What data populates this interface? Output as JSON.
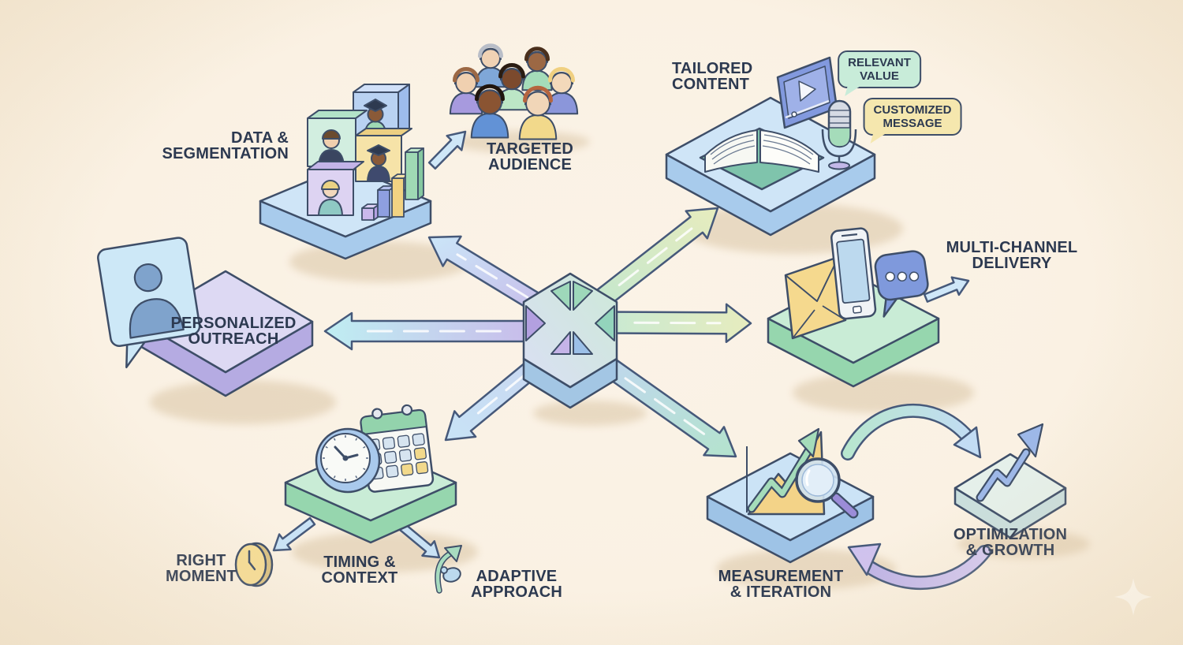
{
  "title": "Personalized Outreach Strategy Diagram",
  "background_color": "#faf1e3",
  "label_color": "#2c3950",
  "hub": {
    "name": "personalization-hub",
    "icon": "hub-cube-icon"
  },
  "nodes": {
    "data_segmentation": {
      "line1": "DATA &",
      "line2": "SEGMENTATION",
      "icon": "photo-cubes-bar-chart-icon"
    },
    "targeted_audience": {
      "line1": "TARGETED",
      "line2": "AUDIENCE",
      "icon": "people-group-icon"
    },
    "tailored_content": {
      "line1": "TAILORED",
      "line2": "CONTENT",
      "icon": "book-video-microphone-icon"
    },
    "multi_channel_delivery": {
      "line1": "MULTI-CHANNEL",
      "line2": "DELIVERY",
      "icon": "envelope-phone-chat-icon"
    },
    "personalized_outreach": {
      "line1": "PERSONALIZED",
      "line2": "OUTREACH",
      "icon": "contact-card-icon"
    },
    "timing_context": {
      "line1": "TIMING &",
      "line2": "CONTEXT",
      "icon": "clock-calendar-icon"
    },
    "right_moment": {
      "line1": "RIGHT",
      "line2": "MOMENT",
      "icon": "coin-clock-icon"
    },
    "adaptive_approach": {
      "line1": "ADAPTIVE",
      "line2": "APPROACH",
      "icon": "adaptive-arrow-icon"
    },
    "measurement_iteration": {
      "line1": "MEASUREMENT",
      "line2": "& ITERATION",
      "icon": "growth-chart-magnifier-icon"
    },
    "optimization_growth": {
      "line1": "OPTIMIZATION",
      "line2": "& GROWTH",
      "icon": "growth-arrow-icon"
    }
  },
  "callouts": {
    "relevant_value": {
      "line1": "RELEVANT",
      "line2": "VALUE",
      "fill": "#c8ecd9"
    },
    "customized_message": {
      "line1": "CUSTOMIZED",
      "line2": "MESSAGE",
      "fill": "#f5e7ae"
    }
  },
  "flows": [
    {
      "from": "hub",
      "to": "personalized_outreach"
    },
    {
      "from": "hub",
      "to": "data_segmentation"
    },
    {
      "from": "hub",
      "to": "tailored_content"
    },
    {
      "from": "hub",
      "to": "multi_channel_delivery"
    },
    {
      "from": "hub",
      "to": "timing_context"
    },
    {
      "from": "hub",
      "to": "measurement_iteration"
    },
    {
      "from": "data_segmentation",
      "to": "targeted_audience"
    },
    {
      "from": "timing_context",
      "to": "right_moment"
    },
    {
      "from": "timing_context",
      "to": "adaptive_approach"
    },
    {
      "from": "multi_channel_delivery",
      "to": "outbound"
    },
    {
      "from": "measurement_iteration",
      "to": "optimization_growth",
      "style": "curved"
    },
    {
      "from": "optimization_growth",
      "to": "measurement_iteration",
      "style": "curved"
    }
  ],
  "palette": {
    "outline": "#3e4e68",
    "platform_blue": "#cfe5f7",
    "platform_green": "#c9ecd6",
    "platform_lavender": "#ddd9f3",
    "platform_mint": "#e5f0ea",
    "arrow_blue": "#c9e2f5",
    "arrow_green": "#c8e9d2",
    "arrow_yellow": "#e9edc2",
    "arrow_purple": "#c9b9ea",
    "envelope_yellow": "#f5d98e",
    "chat_blue": "#7f99dc",
    "coin_yellow": "#f5dc95",
    "sparkle": "#fdfaf2"
  }
}
